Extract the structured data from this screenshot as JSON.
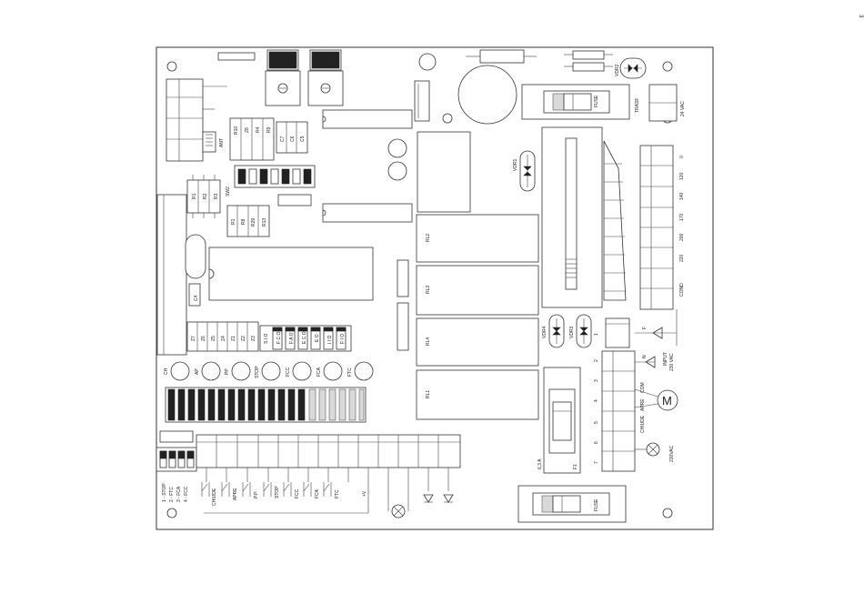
{
  "page_number": "3",
  "relays": [
    "RL2",
    "RL3",
    "RL4",
    "RL1"
  ],
  "resistors_top": [
    "R10",
    "Z8",
    "R4",
    "R9"
  ],
  "capacitors_top": [
    "C7",
    "C6",
    "C5"
  ],
  "antenna_label": "ANT",
  "resistors_left": [
    "R1",
    "R2",
    "R3"
  ],
  "switch_label": "SW2",
  "resistors_mid": [
    "R1",
    "R8",
    "R29",
    "R13"
  ],
  "capacitor_c4": "C4",
  "zeners": [
    "Z7",
    "Z6",
    "Z5",
    "Z4",
    "Z1",
    "Z2",
    "Z3"
  ],
  "dip_labels": [
    "S I O",
    "F C O",
    "F A O",
    "E C O",
    "E O",
    "I I O",
    "F I O"
  ],
  "led_labels": [
    "CH",
    "AP",
    "PP",
    "STOP",
    "FCC",
    "FCA",
    "FTC"
  ],
  "vdr_labels": [
    "VDR1",
    "VDR2",
    "VDR4",
    "VDR3"
  ],
  "fuse_label": "FUSE",
  "trasf_label": "TRASF",
  "supply_24vac": "24 VAC",
  "transformer_taps": [
    "0",
    "120",
    "140",
    "170",
    "200",
    "220",
    "COND"
  ],
  "terminal_numbers": [
    "1",
    "2",
    "3",
    "4",
    "5",
    "6",
    "7"
  ],
  "terminal_markers": [
    "F",
    "N"
  ],
  "input_label": "INPUT",
  "input_voltage": "230 VAC",
  "motor_label": "M",
  "motor_terminals": [
    "CHIUDE",
    "APRE",
    "COM"
  ],
  "lamp_voltage": "230VAC",
  "fuse_rating": "6,3 A",
  "fuse_id": "F1",
  "dip_legend": [
    "1 - STOP",
    "2 - FTC",
    "3 - FCA",
    "4 - FCC"
  ],
  "bottom_inputs": [
    "CHIUDE",
    "APRE",
    "P.P.",
    "STOP",
    "FCC",
    "FCA",
    "FTC",
    "+V"
  ]
}
